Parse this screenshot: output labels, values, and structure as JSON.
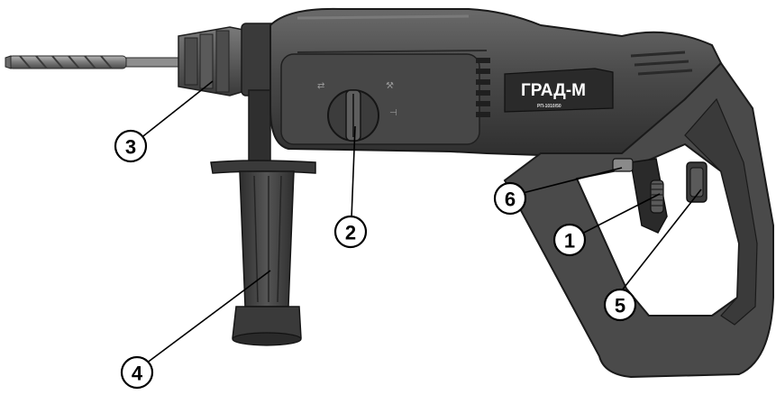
{
  "product": {
    "brand_label": "ГРАД-М",
    "model_label": "РП-1010/50"
  },
  "callouts": [
    {
      "id": "1",
      "label": "1"
    },
    {
      "id": "2",
      "label": "2"
    },
    {
      "id": "3",
      "label": "3"
    },
    {
      "id": "4",
      "label": "4"
    },
    {
      "id": "5",
      "label": "5"
    },
    {
      "id": "6",
      "label": "6"
    }
  ],
  "colors": {
    "body_dark": "#3a3a3a",
    "body_mid": "#555555",
    "body_light": "#8a8a8a",
    "metal": "#9a9a9a",
    "outline": "#000000"
  }
}
